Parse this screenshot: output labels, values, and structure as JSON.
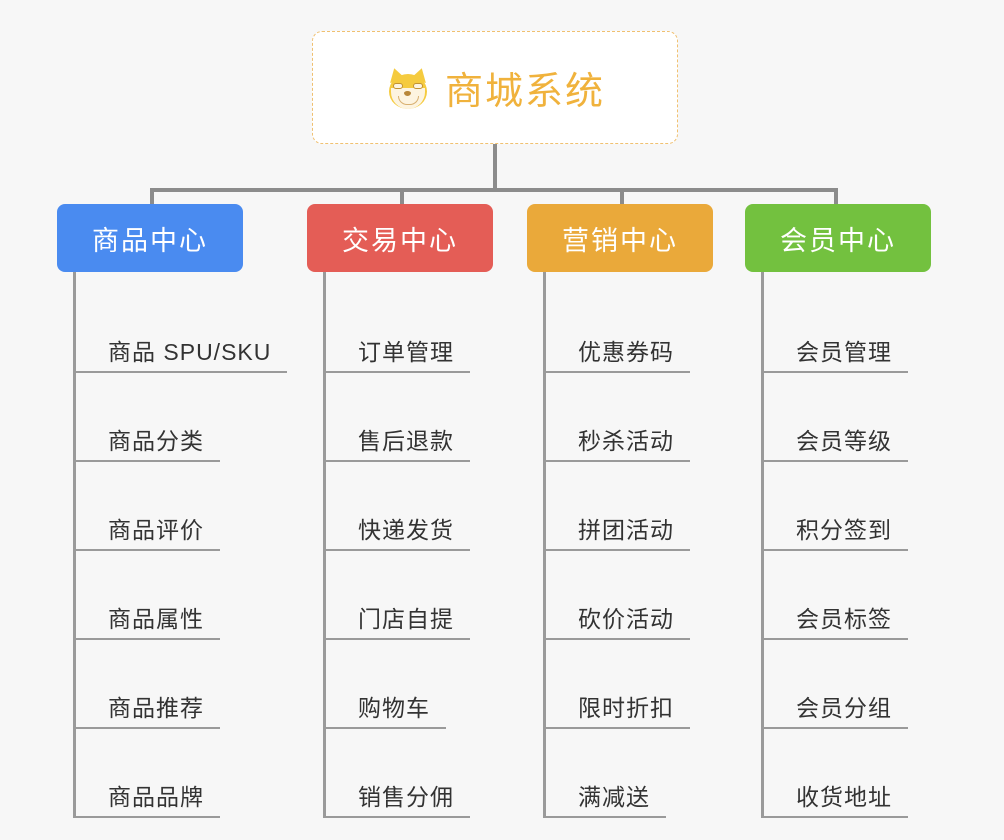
{
  "diagram": {
    "type": "mindmap-org-chart",
    "background_color": "#f7f7f7",
    "connector_color": "#8c8c8c"
  },
  "root": {
    "title": "商城系统",
    "icon": "shiba-dog-emoji",
    "emoji": "🐕",
    "text_color": "#f0b23c",
    "border_color": "#f0c070",
    "background_color": "#ffffff"
  },
  "branches": [
    {
      "label": "商品中心",
      "color": "#4a8bf0",
      "text_color": "#ffffff",
      "items": [
        "商品 SPU/SKU",
        "商品分类",
        "商品评价",
        "商品属性",
        "商品推荐",
        "商品品牌"
      ]
    },
    {
      "label": "交易中心",
      "color": "#e45d56",
      "text_color": "#ffffff",
      "items": [
        "订单管理",
        "售后退款",
        "快递发货",
        "门店自提",
        "购物车",
        "销售分佣"
      ]
    },
    {
      "label": "营销中心",
      "color": "#eaa93a",
      "text_color": "#ffffff",
      "items": [
        "优惠券码",
        "秒杀活动",
        "拼团活动",
        "砍价活动",
        "限时折扣",
        "满减送"
      ]
    },
    {
      "label": "会员中心",
      "color": "#73c13f",
      "text_color": "#ffffff",
      "items": [
        "会员管理",
        "会员等级",
        "积分签到",
        "会员标签",
        "会员分组",
        "收货地址"
      ]
    }
  ]
}
